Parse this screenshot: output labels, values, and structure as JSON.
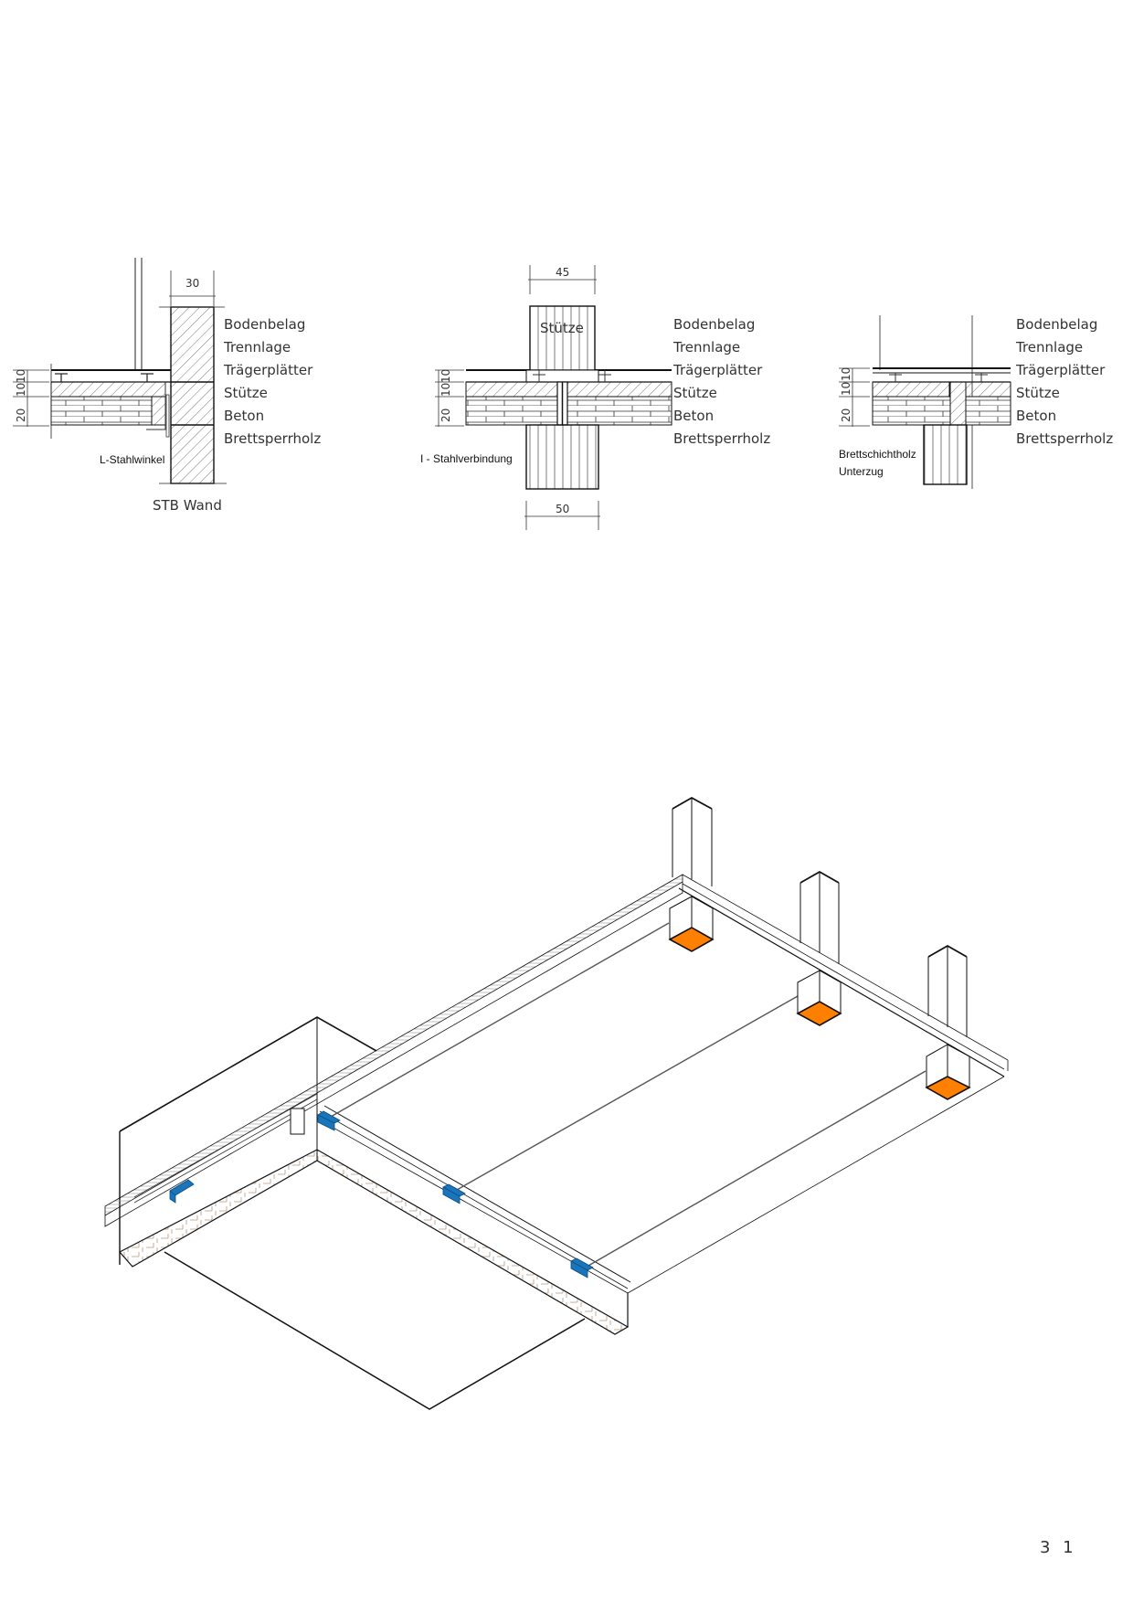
{
  "details": [
    {
      "id": "detail-wall",
      "layer_labels": [
        "Bodenbelag",
        "Trennlage",
        "Trägerplätter",
        "Stütze",
        "Beton",
        "Brettsperrholz"
      ],
      "top_dimension": "30",
      "side_dimensions": [
        "10",
        "10",
        "20"
      ],
      "connection_label": "L-Stahlwinkel",
      "caption": "STB  Wand"
    },
    {
      "id": "detail-column",
      "layer_labels": [
        "Bodenbelag",
        "Trennlage",
        "Trägerplätter",
        "Stütze",
        "Beton",
        "Brettsperrholz"
      ],
      "top_dimension": "45",
      "bottom_dimension": "50",
      "side_dimensions": [
        "10",
        "10",
        "20"
      ],
      "column_label": "Stütze",
      "connection_label": "I  -  Stahlverbindung"
    },
    {
      "id": "detail-beam",
      "layer_labels": [
        "Bodenbelag",
        "Trennlage",
        "Trägerplätter",
        "Stütze",
        "Beton",
        "Brettsperrholz"
      ],
      "side_dimensions": [
        "10",
        "10",
        "20"
      ],
      "beam_label_1": "Brettschichtholz",
      "beam_label_2": "Unterzug"
    }
  ],
  "isometric": {
    "colors": {
      "column_base": "#ff8000",
      "steel_clip": "#1a75bb",
      "clt_hatch": "#b89a80",
      "line": "#111111"
    },
    "columns": 3,
    "clips": 4
  },
  "page_number": "3 1"
}
